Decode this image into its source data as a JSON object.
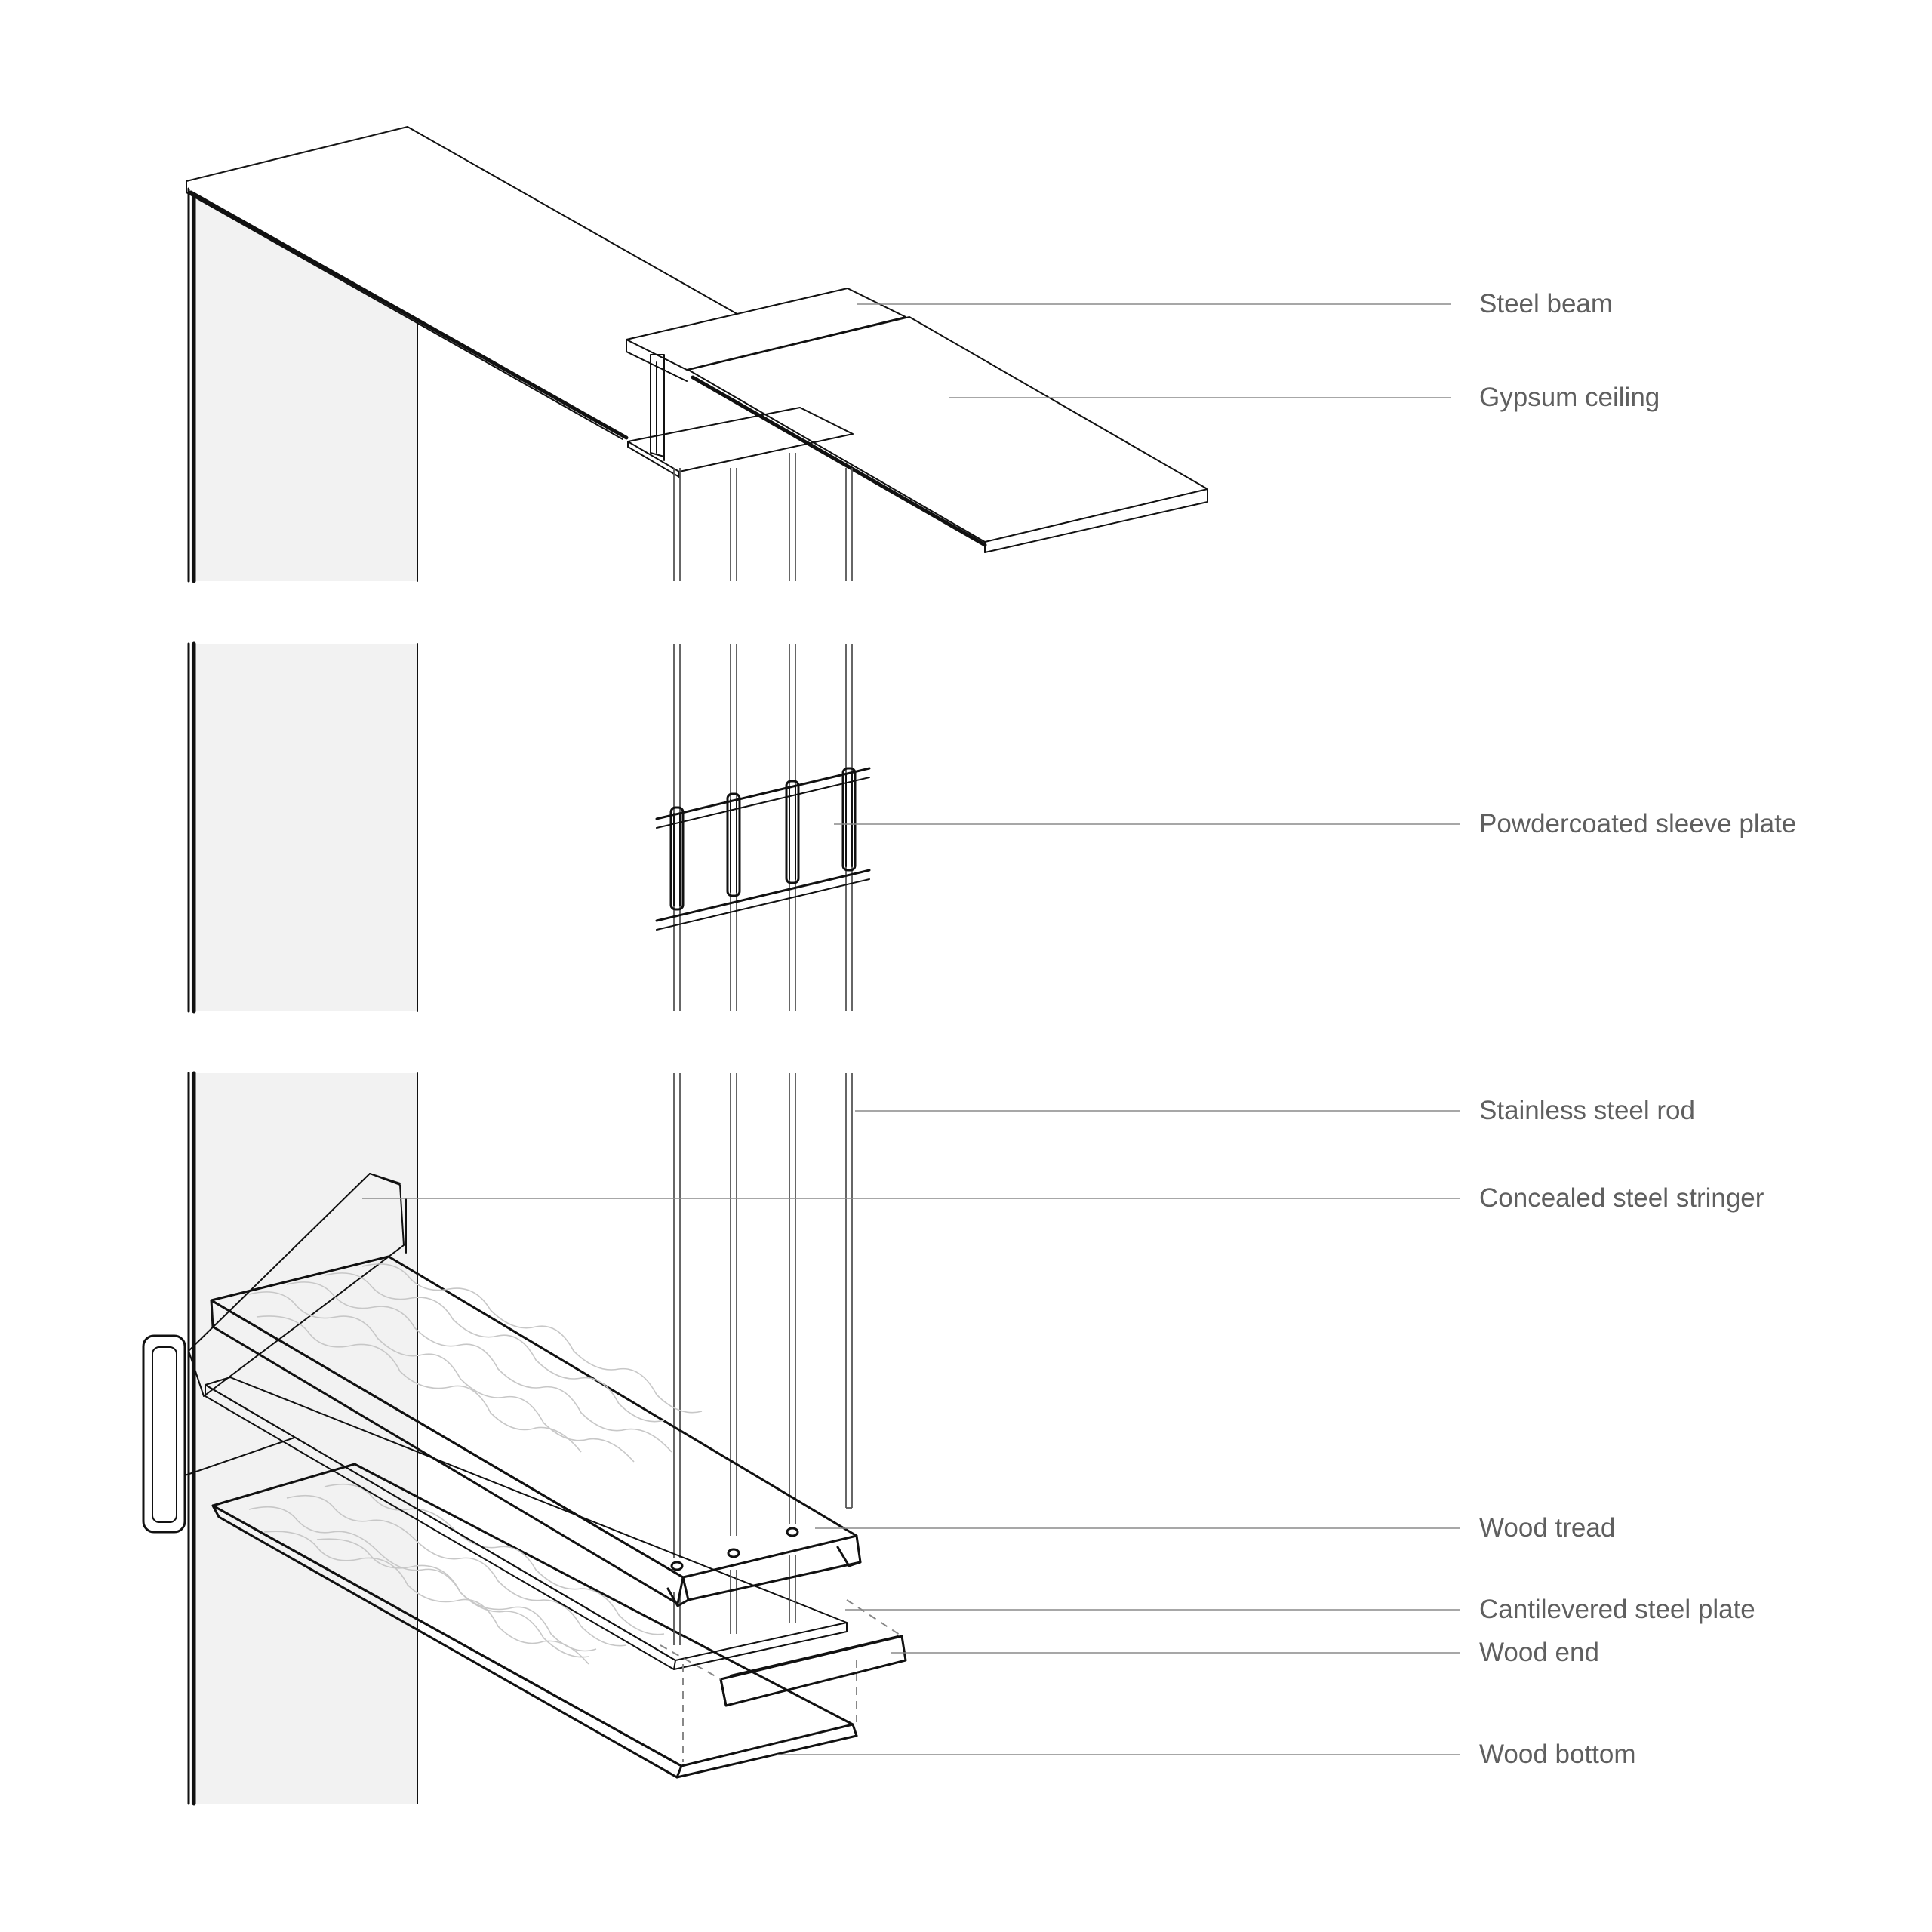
{
  "labels": {
    "steel_beam": "Steel beam",
    "gypsum_ceiling": "Gypsum ceiling",
    "sleeve_plate": "Powdercoated sleeve plate",
    "steel_rod": "Stainless steel rod",
    "stringer": "Concealed steel stringer",
    "wood_tread": "Wood tread",
    "steel_plate": "Cantilevered steel plate",
    "wood_end": "Wood end",
    "wood_bottom": "Wood bottom"
  },
  "colors": {
    "line": "#111111",
    "label_text": "#5f5f5f",
    "leader": "#8a8a8a",
    "wall_fill": "#f2f2f2",
    "grain": "#c7c7c7"
  }
}
